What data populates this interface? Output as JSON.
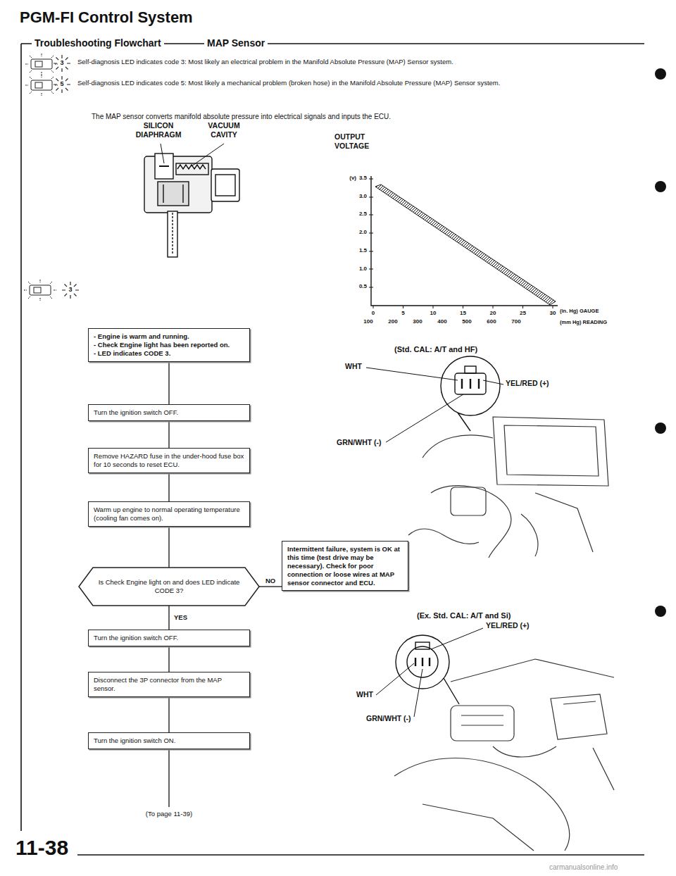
{
  "diagram": {
    "title": "PGM-FI Control System",
    "nodes": [
      {
        "text": [
          "- Engine is warm and running.",
          "- Check Engine light has been reported on.",
          "- LED indicates CODE 3."
        ]
      },
      {
        "text": [
          "Turn the ignition switch OFF."
        ]
      },
      {
        "text": [
          "Remove HAZARD fuse in the under-hood fuse box for 10 seconds to reset ECU."
        ]
      },
      {
        "text": [
          "Warm up engine to normal operating temperature (cooling fan comes on)."
        ]
      },
      {
        "text": [
          "Is Check Engine light on and does LED indicate CODE 3?"
        ]
      },
      {
        "text": [
          "Intermittent failure, system is OK at this time (test drive may be necessary). Check for poor connection or loose wires at MAP sensor connector and ECU."
        ]
      },
      {
        "text": [
          "Turn the ignition switch OFF."
        ]
      },
      {
        "text": [
          "Disconnect the 3P connector from the MAP sensor."
        ]
      },
      {
        "text": [
          "Turn the ignition switch ON."
        ]
      }
    ],
    "edges": [
      {
        "from": 0,
        "to": 1,
        "arrow": "none"
      },
      {
        "from": 1,
        "to": 2,
        "arrow": "none"
      },
      {
        "from": 2,
        "to": 3,
        "arrow": "none"
      },
      {
        "from": 3,
        "to": 4,
        "arrow": "none"
      },
      {
        "from": 4,
        "to": 5,
        "label": "NO",
        "arrow": "none"
      },
      {
        "from": 4,
        "to": 6,
        "label": "YES",
        "arrow": "none"
      },
      {
        "from": 6,
        "to": 7,
        "arrow": "none"
      },
      {
        "from": 7,
        "to": 8,
        "arrow": "none"
      }
    ],
    "labels": [
      "Troubleshooting Flowchart",
      "MAP Sensor",
      "3",
      "Self-diagnosis LED indicates code 3: Most likely an electrical problem in the Manifold Absolute Pressure (MAP) Sensor system.",
      "5",
      "Self-diagnosis LED indicates code 5: Most likely a mechanical problem (broken hose) in the Manifold Absolute Pressure (MAP) Sensor system.",
      "The MAP sensor converts manifold absolute pressure into electrical signals and inputs the ECU.",
      "SILICON DIAPHRAGM",
      "VACUUM CAVITY",
      "OUTPUT VOLTAGE",
      "(v)",
      "3.5",
      "3.0",
      "2.5",
      "2.0",
      "1.5",
      "1.0",
      "0.5",
      "0",
      "5",
      "10",
      "15",
      "20",
      "25",
      "30",
      "(in. Hg) GAUGE",
      "100",
      "200",
      "300",
      "400",
      "500",
      "600",
      "700",
      "(mm Hg) READING",
      "3",
      "(Std. CAL: A/T and HF)",
      "WHT",
      "YEL/RED (+)",
      "GRN/WHT (-)",
      "(Ex. Std. CAL: A/T and Si)",
      "YEL/RED (+)",
      "WHT",
      "GRN/WHT (-)",
      "(To page 11-39)",
      "11-38",
      "carmanualsonline.info"
    ]
  }
}
